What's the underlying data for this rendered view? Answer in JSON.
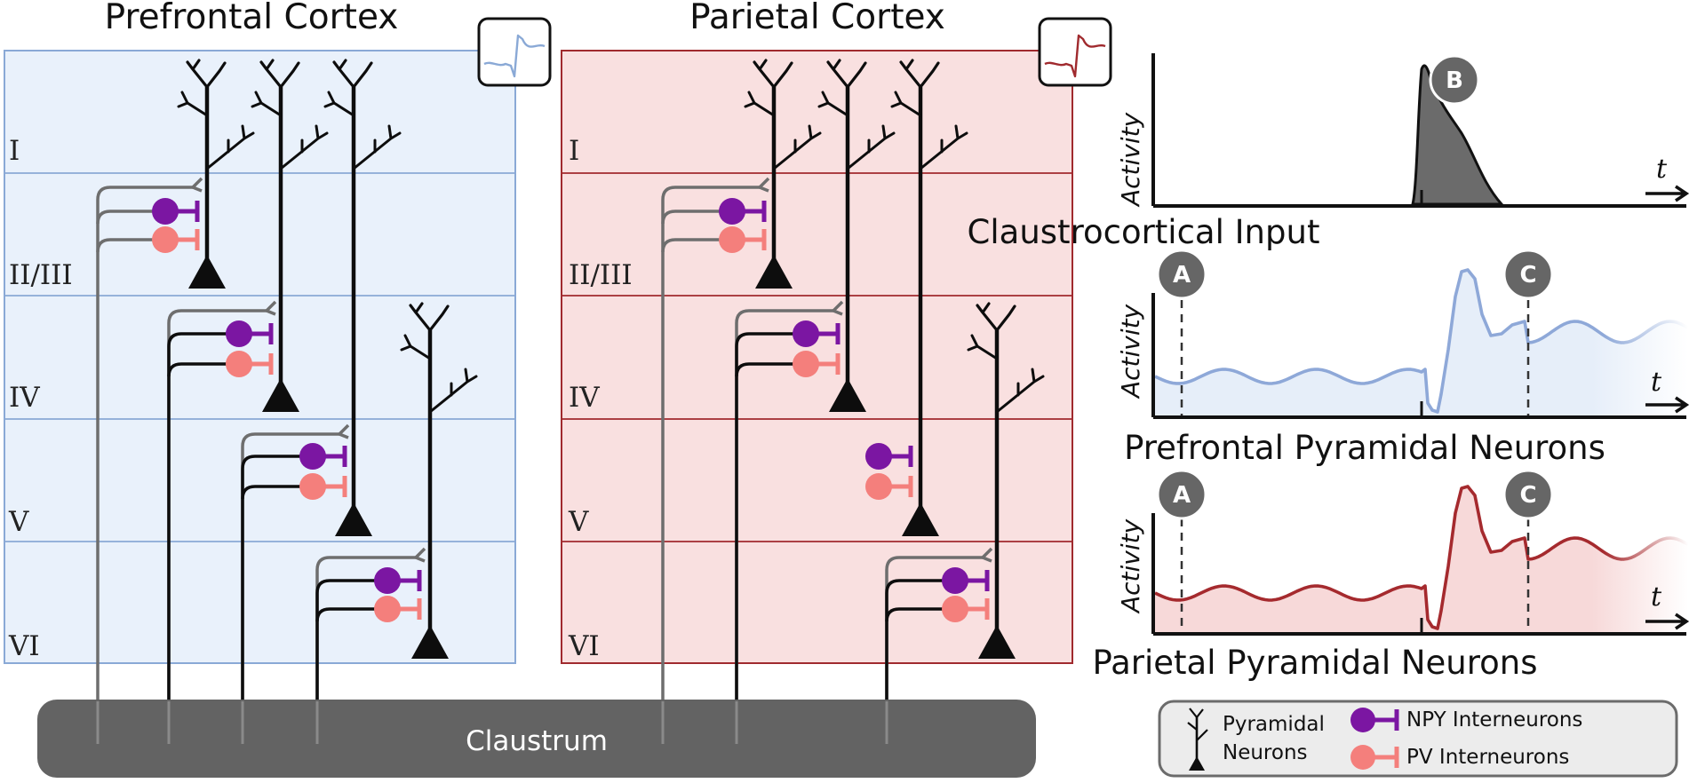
{
  "regions": {
    "prefrontal": {
      "title": "Prefrontal Cortex",
      "fill": "#e9f1fb",
      "stroke": "#8aa9d6",
      "spike_color": "#8aa9d6"
    },
    "parietal": {
      "title": "Parietal Cortex",
      "fill": "#f9e0e0",
      "stroke": "#a02a2e",
      "spike_color": "#a02a2e"
    }
  },
  "layers": [
    "I",
    "II/III",
    "IV",
    "V",
    "VI"
  ],
  "claustrum": {
    "label": "Claustrum",
    "fill": "#636363"
  },
  "panels": {
    "input": {
      "title": "Claustrocortical Input",
      "ylabel": "Activity",
      "xlabel": "t",
      "badges": [
        "B"
      ],
      "fill": "#6b6b6b"
    },
    "prefrontal": {
      "title": "Prefrontal Pyramidal Neurons",
      "ylabel": "Activity",
      "xlabel": "t",
      "badges": [
        "A",
        "C"
      ],
      "line_color": "#8ea8d8",
      "fill": "#e6eef9"
    },
    "parietal": {
      "title": "Parietal Pyramidal Neurons",
      "ylabel": "Activity",
      "xlabel": "t",
      "badges": [
        "A",
        "C"
      ],
      "line_color": "#a52a2e",
      "fill": "#f7d9d9"
    }
  },
  "legend": {
    "pyramidal": "Pyramidal Neurons",
    "pyramidal_line1": "Pyramidal",
    "pyramidal_line2": "Neurons",
    "npy": "NPY Interneurons",
    "pv": "PV Interneurons",
    "npy_color": "#7b16a2",
    "pv_color": "#f47f7c"
  },
  "colors": {
    "neuron": "#0d0d0d",
    "axon": "#6e6e6e",
    "badge": "#666666"
  }
}
